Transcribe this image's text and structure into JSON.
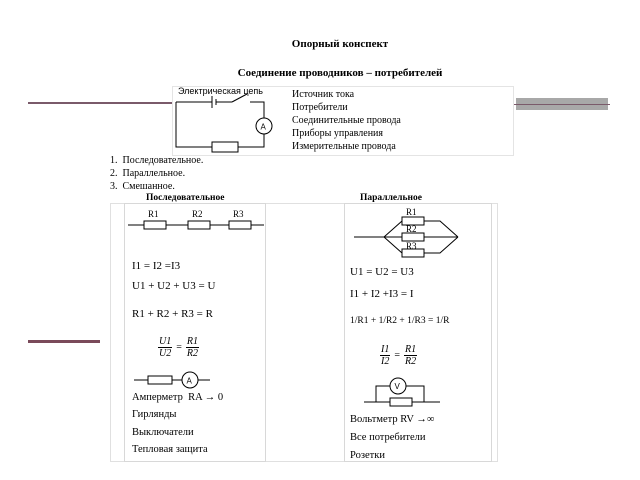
{
  "header": {
    "title": "Опорный конспект",
    "subtitle": "Соединение проводников – потребителей"
  },
  "circuit": {
    "label": "Электрическая цепь",
    "ammeter_symbol": "A",
    "items": [
      "Источник тока",
      "Потребители",
      "Соединительные провода",
      "Приборы управления",
      "Измерительные провода"
    ]
  },
  "connection_types": [
    "Последовательное.",
    "Параллельное.",
    "Смешанное."
  ],
  "series": {
    "heading": "Последовательное",
    "resistors": [
      "R1",
      "R2",
      "R3"
    ],
    "eq_current": "I1 = I2 =I3",
    "eq_voltage": "U1 + U2 + U3 = U",
    "eq_resistance": "R1 + R2 + R3 = R",
    "ratio": {
      "left_num": "U1",
      "left_den": "U2",
      "right_num": "R1",
      "right_den": "R2"
    },
    "meter_symbol": "A",
    "meter_text": "Амперметр",
    "meter_limit": "RA → 0",
    "examples": [
      "Гирлянды",
      "Выключатели",
      "Тепловая защита"
    ]
  },
  "parallel": {
    "heading": "Параллельное",
    "resistors": [
      "R1",
      "R2",
      "R3"
    ],
    "eq_voltage": "U1 = U2 = U3",
    "eq_current": "I1 + I2 +I3 = I",
    "eq_reciprocal": "1/R1 + 1/R2 + 1/R3 = 1/R",
    "ratio": {
      "left_num": "I1",
      "left_den": "I2",
      "right_num": "R1",
      "right_den": "R2"
    },
    "meter_symbol": "V",
    "meter_text": "Вольтметр",
    "meter_limit": "RV →∞",
    "examples": [
      "Все потребители",
      "Розетки"
    ]
  }
}
